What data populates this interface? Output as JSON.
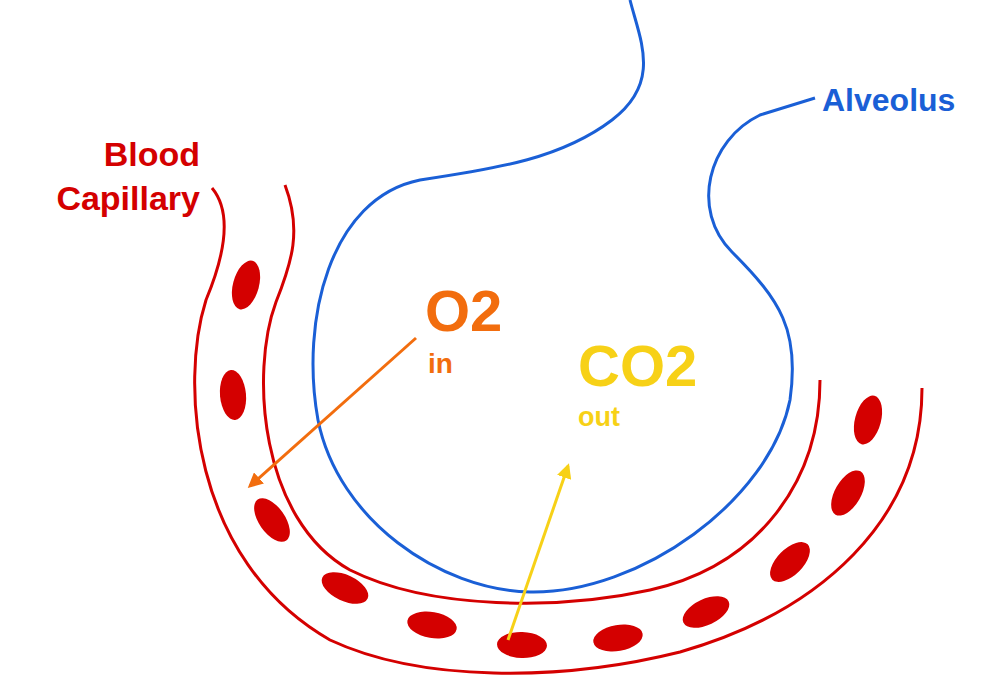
{
  "diagram": {
    "labels": [
      "Blood Capillary",
      "Alveolus",
      "O2",
      "in",
      "CO2",
      "out"
    ]
  }
}
